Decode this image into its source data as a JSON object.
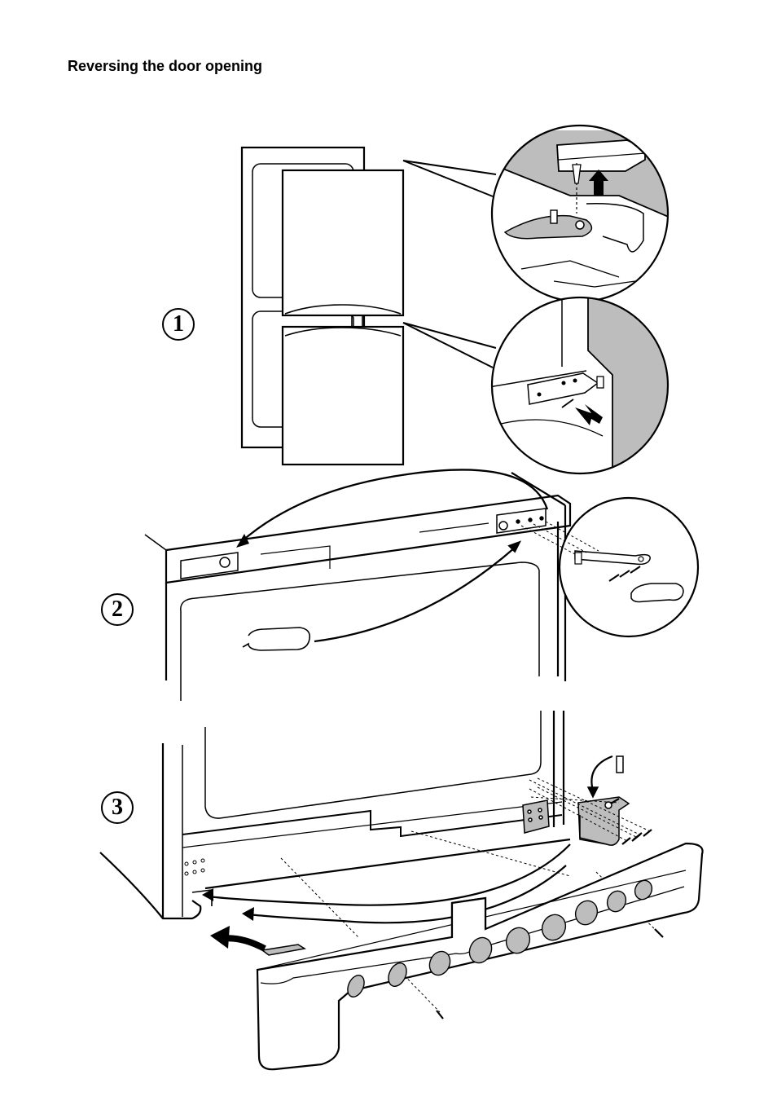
{
  "page": {
    "heading": "Reversing the door opening"
  },
  "steps": [
    {
      "number": "1"
    },
    {
      "number": "2"
    },
    {
      "number": "3"
    }
  ],
  "colors": {
    "line": "#000000",
    "shade": "#bdbdbd"
  }
}
